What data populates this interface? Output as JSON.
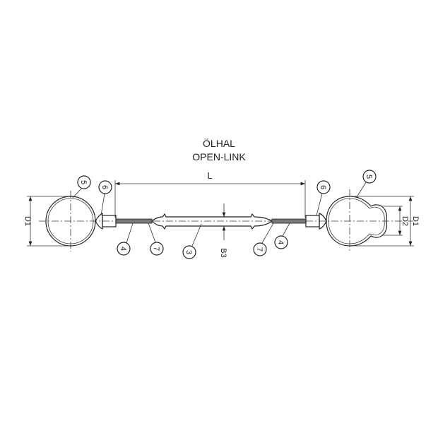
{
  "title": {
    "line1": "ÖLHAL",
    "line2": "OPEN-LINK"
  },
  "dimensions": {
    "length": "L",
    "diameter_outer": "D1",
    "diameter_inner": "D2",
    "sleeve_width": "B3"
  },
  "callouts": {
    "ring": "5",
    "ferrule": "6",
    "wire": "4",
    "transition": "7",
    "sleeve": "3"
  }
}
